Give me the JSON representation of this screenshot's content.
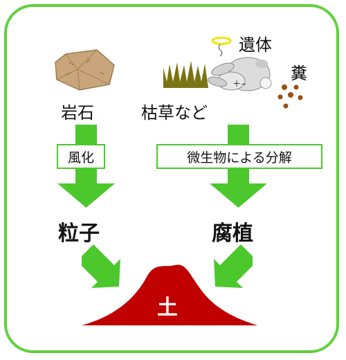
{
  "sources": {
    "rock": "岩石",
    "remains": "遺体",
    "dung": "糞",
    "dead_grass": "枯草など"
  },
  "processes": {
    "weathering": "風化",
    "decomposition": "微生物による分解"
  },
  "products": {
    "particles": "粒子",
    "humus": "腐植"
  },
  "result": {
    "soil": "土"
  },
  "colors": {
    "frame": "#5ed13b",
    "arrows": "#4cc82d",
    "soil": "#c00000",
    "rock": "#c8a57a",
    "grass": "#7a7312",
    "dung": "#9a4f14",
    "halo": "#f2e600"
  }
}
